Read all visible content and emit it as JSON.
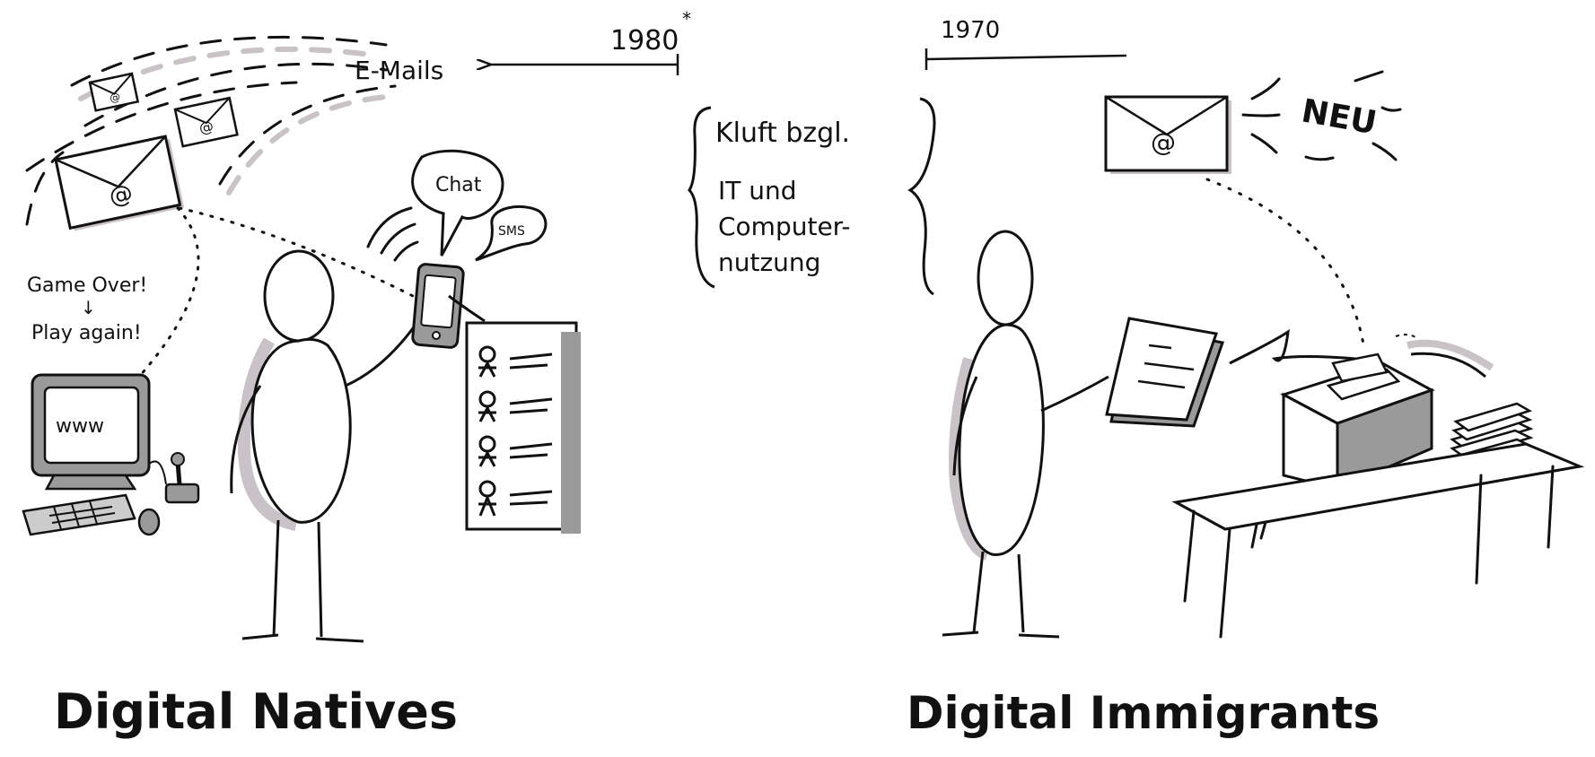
{
  "timeline": {
    "year_natives": "1980",
    "year_natives_mark": "*",
    "year_immigrants": "1970",
    "emails_label": "E-Mails"
  },
  "gap": {
    "line1": "Kluft bzgl.",
    "line2": "IT und",
    "line3": "Computer-",
    "line4": "nutzung"
  },
  "natives": {
    "title": "Digital Natives",
    "chat_label": "Chat",
    "sms_label": "SMS",
    "game_over": "Game Over!",
    "arrow": "↓",
    "play_again": "Play again!",
    "screen_text": "www"
  },
  "immigrants": {
    "title": "Digital Immigrants",
    "new_label": "NEU"
  },
  "colors": {
    "ink": "#111111",
    "shadow": "#c9c2c6",
    "grey": "#9a9a9a",
    "paper": "#ffffff"
  }
}
